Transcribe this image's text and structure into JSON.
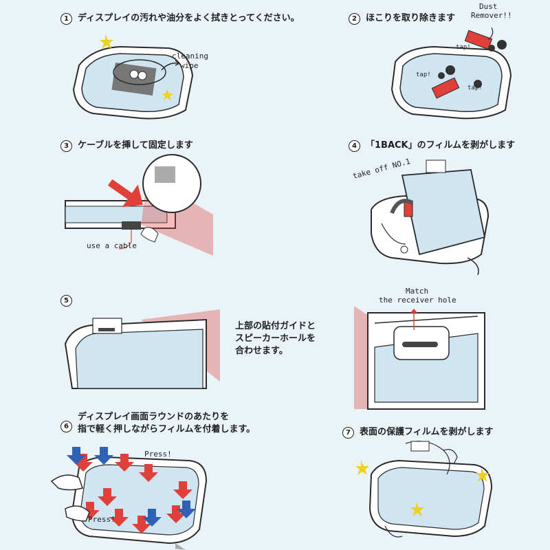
{
  "steps": [
    {
      "num": "1",
      "text": "ディスプレイの汚れや油分をよく拭きとってください。",
      "hand": [
        "cleaning",
        "wipe"
      ]
    },
    {
      "num": "2",
      "text": "ほこりを取り除きます",
      "hand": [
        "Dust",
        "Remover!!"
      ],
      "taps": [
        "tap!",
        "tap!",
        "tap!"
      ]
    },
    {
      "num": "3",
      "text": "ケーブルを挿して固定します",
      "hand": [
        "use a cable"
      ]
    },
    {
      "num": "4",
      "text": "「1BACK」のフィルムを剥がします",
      "hand": [
        "take off NO.1"
      ]
    },
    {
      "num": "5",
      "text": "",
      "note": [
        "上部の貼付ガイドと",
        "スピーカーホールを",
        "合わせます。"
      ],
      "hand": [
        "Match",
        "the receiver hole"
      ]
    },
    {
      "num": "6",
      "text_lines": [
        "ディスプレイ画面ラウンドのあたりを",
        "指で軽く押しながらフィルムを付着します。"
      ],
      "hand": [
        "Press!",
        "Press!"
      ]
    },
    {
      "num": "7",
      "text": "表面の保護フィルムを剥がします"
    }
  ],
  "colors": {
    "bg": "#eaf3f8",
    "red": "#e0403a",
    "blue": "#2f62b4",
    "screen": "#cfe6f2",
    "line": "#2a2a2a"
  }
}
